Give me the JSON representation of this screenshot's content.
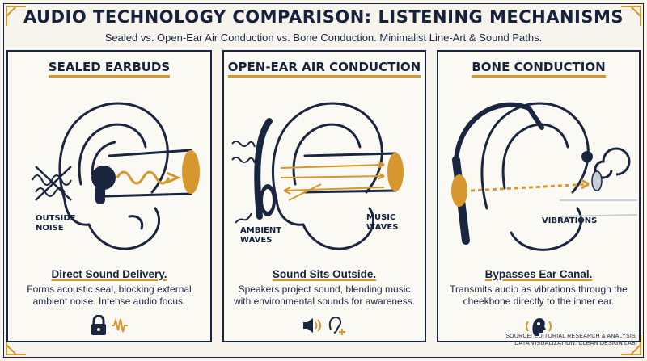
{
  "title": "AUDIO TECHNOLOGY COMPARISON: LISTENING MECHANISMS",
  "subtitle": "Sealed vs. Open-Ear Air Conduction vs. Bone Conduction. Minimalist Line-Art & Sound Paths.",
  "colors": {
    "navy": "#1a2540",
    "gold": "#d6972e",
    "background": "#f7f4ee"
  },
  "panels": [
    {
      "title": "SEALED EARBUDS",
      "labels": [
        "OUTSIDE",
        "NOISE"
      ],
      "heading": "Direct Sound Delivery.",
      "description": "Forms acoustic seal, blocking external ambient noise. Intense audio focus.",
      "icons": [
        "lock-icon",
        "sound-wave-icon"
      ]
    },
    {
      "title": "OPEN-EAR AIR CONDUCTION",
      "labels": [
        "AMBIENT",
        "WAVES",
        "MUSIC",
        "WAVES"
      ],
      "heading": "Sound Sits Outside.",
      "description": "Speakers project sound, blending music with environmental sounds for awareness.",
      "icons": [
        "speaker-icon",
        "ear-plus-icon"
      ]
    },
    {
      "title": "BONE CONDUCTION",
      "labels": [
        "VIBRATIONS"
      ],
      "heading": "Bypasses Ear Canal.",
      "description": "Transmits audio as vibrations through the cheekbone directly to the inner ear.",
      "icons": [
        "head-vibration-icon"
      ]
    }
  ],
  "source": [
    "SOURCE: EDITORIAL RESEARCH & ANALYSIS.",
    "DATA VISUALIZATION: CLEAN DESIGN LAB."
  ]
}
